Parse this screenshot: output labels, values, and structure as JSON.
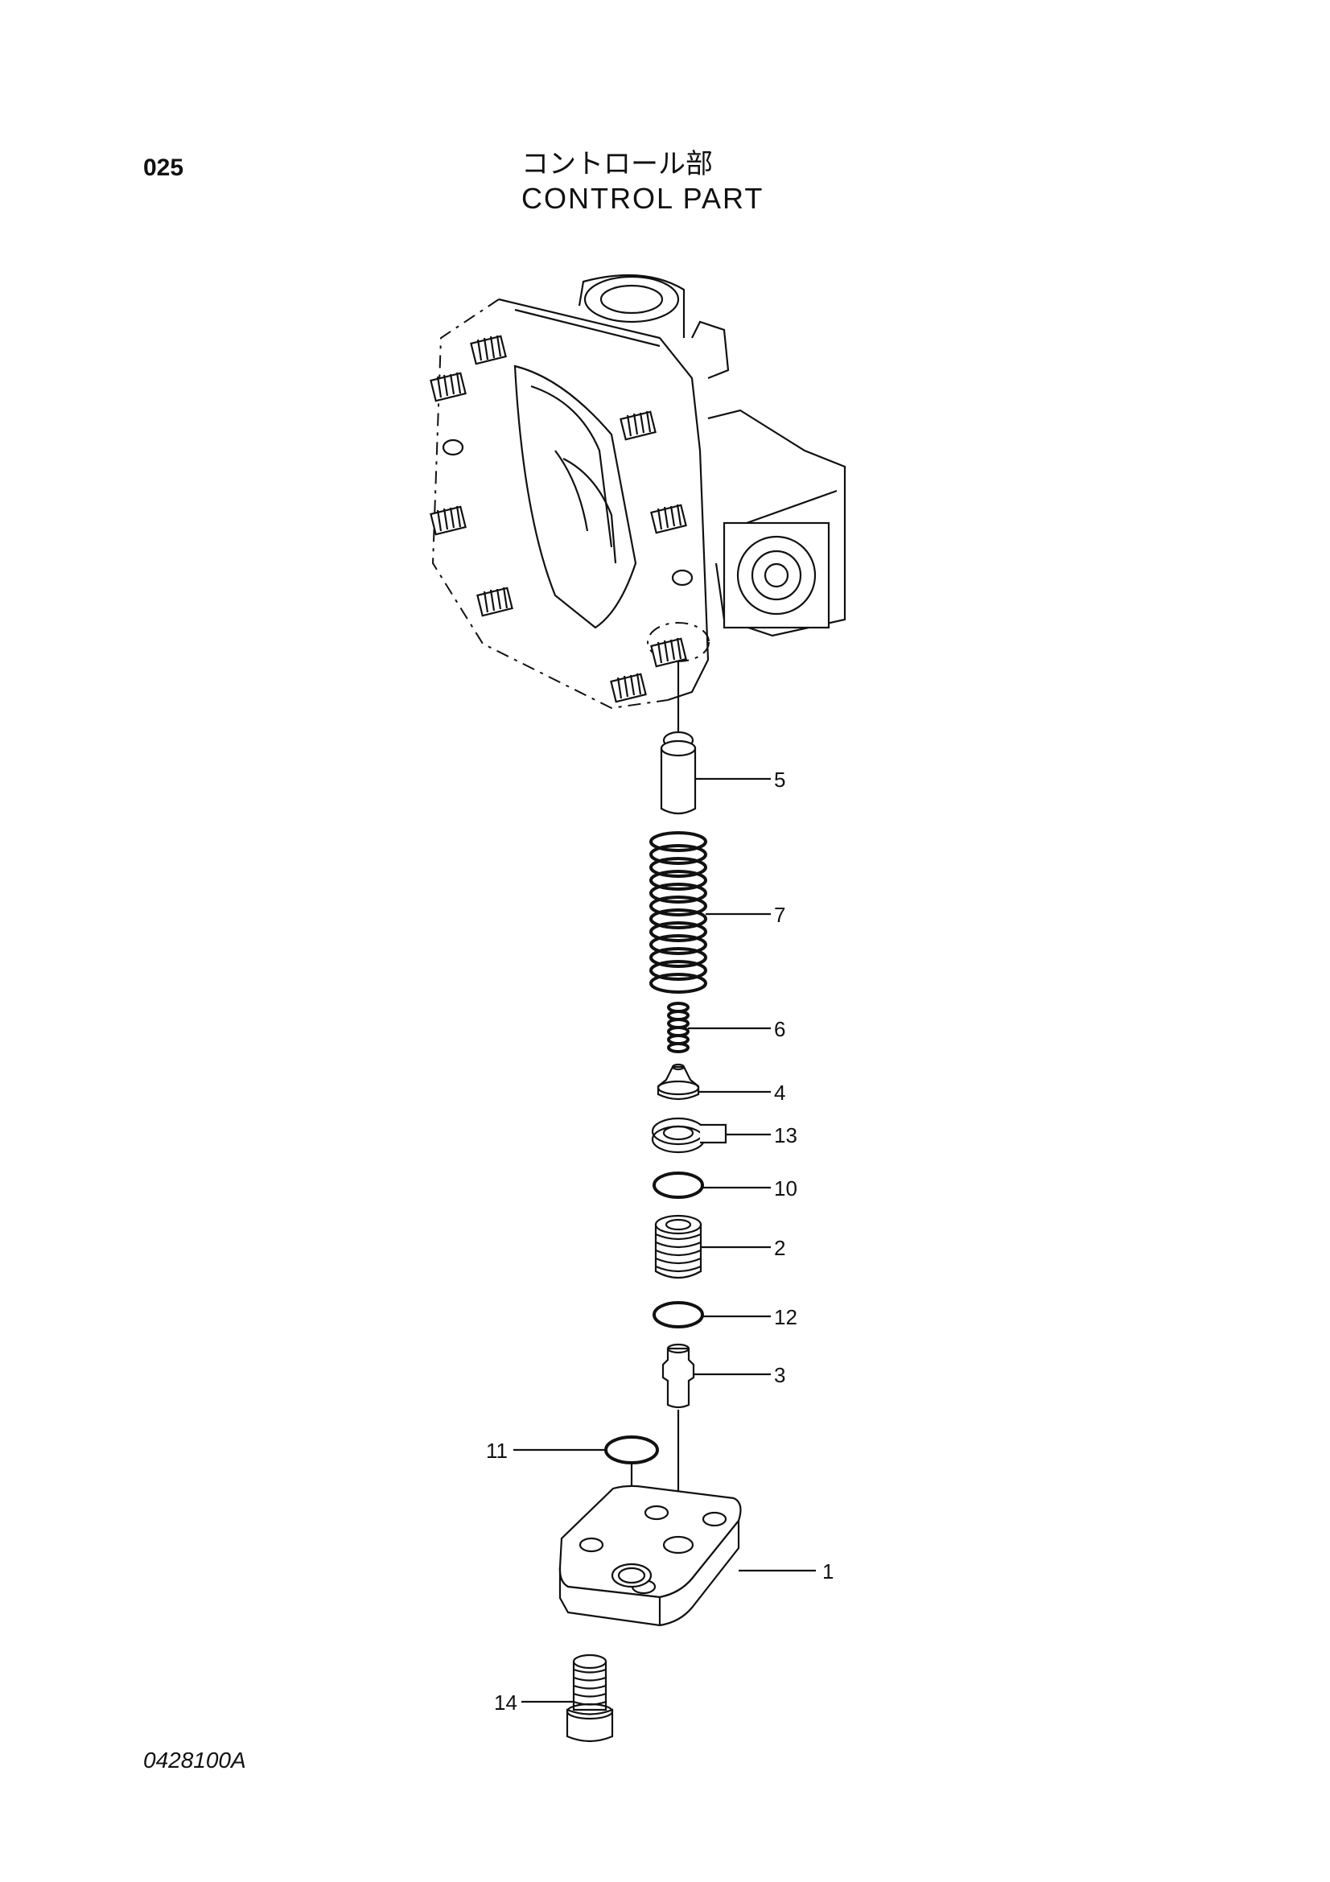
{
  "header": {
    "page_number": "025",
    "title_jp": "コントロール部",
    "title_en": "CONTROL PART"
  },
  "footer": {
    "drawing_code": "0428100A"
  },
  "callouts": [
    {
      "id": "callout-5",
      "label": "5"
    },
    {
      "id": "callout-7",
      "label": "7"
    },
    {
      "id": "callout-6",
      "label": "6"
    },
    {
      "id": "callout-4",
      "label": "4"
    },
    {
      "id": "callout-13",
      "label": "13"
    },
    {
      "id": "callout-10",
      "label": "10"
    },
    {
      "id": "callout-2",
      "label": "2"
    },
    {
      "id": "callout-12",
      "label": "12"
    },
    {
      "id": "callout-3",
      "label": "3"
    },
    {
      "id": "callout-11",
      "label": "11"
    },
    {
      "id": "callout-1",
      "label": "1"
    },
    {
      "id": "callout-14",
      "label": "14"
    }
  ]
}
